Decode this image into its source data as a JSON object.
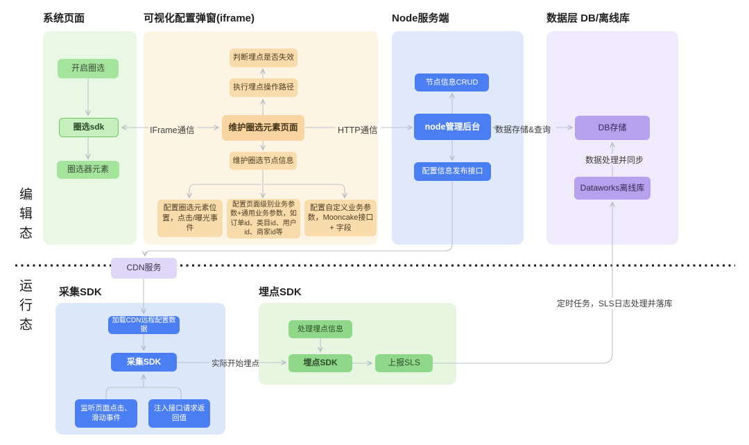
{
  "diagram": {
    "lane_edit": "编辑态",
    "lane_run": "运行态",
    "sections": {
      "system_page": {
        "title": "系统页面",
        "nodes": {
          "start_select": "开启圈选",
          "select_sdk": "圈选sdk",
          "selector_element": "圈选器元素"
        }
      },
      "iframe_config": {
        "title": "可视化配置弹窗(iframe)",
        "nodes": {
          "check_invalid": "判断埋点是否失效",
          "exec_path": "执行埋点操作路径",
          "maintain_page": "维护圈选元素页面",
          "maintain_node": "维护圈选节点信息",
          "config_position": "配置圈选元素位置，点击/曝光事件",
          "config_params": "配置页面级别业务参数+通用业务参数，如订单id、类目id、用户id、商家id等",
          "config_custom": "配置自定义业务参数，Mooncake接口 + 字段"
        }
      },
      "node_server": {
        "title": "Node服务端",
        "nodes": {
          "crud": "节点信息CRUD",
          "admin": "node管理后台",
          "publish_api": "配置信息发布接口"
        }
      },
      "data_layer": {
        "title": "数据层 DB/离线库",
        "nodes": {
          "db_storage": "DB存储",
          "dataworks": "Dataworks离线库"
        }
      },
      "collect_sdk": {
        "title": "采集SDK",
        "nodes": {
          "load_cdn": "加载CDN远程配置数据",
          "collect": "采集SDK",
          "listen_events": "监听页面点击、滑动事件",
          "inject_api": "注入接口请求返回值"
        }
      },
      "track_sdk": {
        "title": "埋点SDK",
        "nodes": {
          "process_info": "处理埋点信息",
          "track": "埋点SDK",
          "report_sls": "上报SLS"
        }
      }
    },
    "cdn_node": "CDN服务",
    "edge_labels": {
      "iframe_comm": "IFrame通信",
      "http_comm": "HTTP通信",
      "storage_query": "数据存储&查询",
      "sync": "数据处理并同步",
      "cron": "定时任务，SLS日志处理并落库",
      "start_track": "实际开始埋点"
    },
    "colors": {
      "panel_green": "#e9f8e4",
      "panel_cream": "#fdf4e3",
      "panel_blue": "#dfe9fb",
      "panel_purple": "#efebfc",
      "node_green": "#a5e49d",
      "node_orange": "#f9dcab",
      "node_blue": "#4c7ef3",
      "node_purple": "#b6a1ef",
      "node_cdn": "#ded7f8",
      "node_track_green": "#8fd889",
      "wire": "#bcc2cb"
    }
  }
}
